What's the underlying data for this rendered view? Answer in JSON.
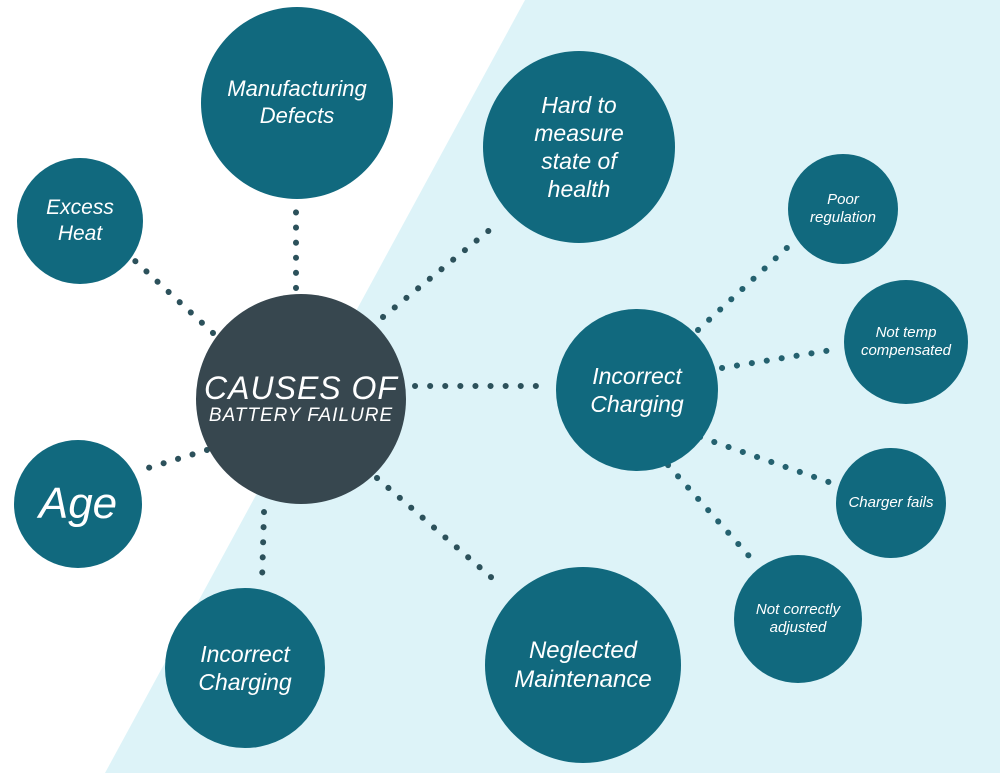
{
  "title": "Causes of Battery Failure mind map",
  "colors": {
    "node_teal": "#11697e",
    "center_dark": "#37474f",
    "background_white": "#ffffff",
    "background_light": "#ddf3f8",
    "dot_dark": "#2c515b",
    "dot_teal": "#24616f",
    "text": "#ffffff"
  },
  "center": {
    "line1": "CAUSES OF",
    "line2": "BATTERY FAILURE"
  },
  "nodes": {
    "manufacturing_defects": {
      "lines": [
        "Manufacturing",
        "Defects"
      ]
    },
    "excess_heat": {
      "lines": [
        "Excess",
        "Heat"
      ]
    },
    "age": {
      "label": "Age"
    },
    "hard_to_measure": {
      "lines": [
        "Hard to",
        "measure",
        "state of",
        "health"
      ]
    },
    "incorrect_charging_right": {
      "lines": [
        "Incorrect",
        "Charging"
      ]
    },
    "poor_regulation": {
      "lines": [
        "Poor",
        "regulation"
      ]
    },
    "not_temp_compensated": {
      "lines": [
        "Not temp",
        "compensated"
      ]
    },
    "charger_fails": {
      "label": "Charger fails"
    },
    "not_correctly_adjusted": {
      "lines": [
        "Not correctly",
        "adjusted"
      ]
    },
    "incorrect_charging_bottom": {
      "lines": [
        "Incorrect",
        "Charging"
      ]
    },
    "neglected_maintenance": {
      "lines": [
        "Neglected",
        "Maintenance"
      ]
    }
  }
}
